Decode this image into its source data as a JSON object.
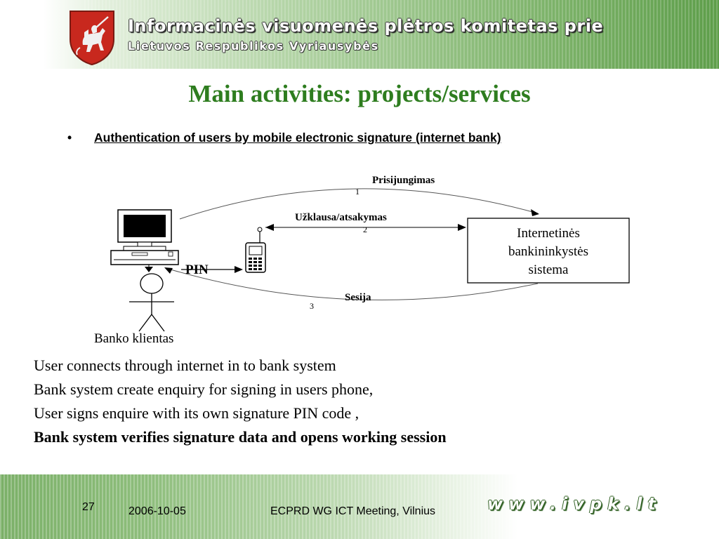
{
  "header": {
    "org_line1": "Informacinės visuomenės plėtros komitetas prie",
    "org_line2": "Lietuvos Respublikos Vyriausybės",
    "emblem_icon": "coat-of-arms-vytis-icon"
  },
  "title": "Main activities: projects/services",
  "bullet": {
    "marker": "•",
    "text": "Authentication of users by mobile electronic signature (internet bank)"
  },
  "diagram": {
    "client_label": "Banko klientas",
    "pin_label": "PIN",
    "bank_system_lines": [
      "Internetinės",
      "bankininkystės",
      "sistema"
    ],
    "flows": [
      {
        "number": "1",
        "label": "Prisijungimas"
      },
      {
        "number": "2",
        "label": "Užklausa/atsakymas"
      },
      {
        "number": "3",
        "label": "Sesija"
      }
    ],
    "icons": [
      "computer-icon",
      "mobile-phone-icon",
      "person-icon"
    ]
  },
  "body_lines": [
    "User connects through internet in to bank system",
    "Bank system create enquiry for signing in users phone,",
    "User signs enquire with its own signature PIN code ,",
    "Bank system verifies signature data and opens working session"
  ],
  "footer": {
    "page_number": "27",
    "date": "2006-10-05",
    "event": "ECPRD WG ICT Meeting, Vilnius",
    "website": "www.ivpk.lt"
  },
  "colors": {
    "title_green": "#2e7d1f",
    "coat_red": "#c8281e",
    "header_green": "#5e9e4a"
  }
}
